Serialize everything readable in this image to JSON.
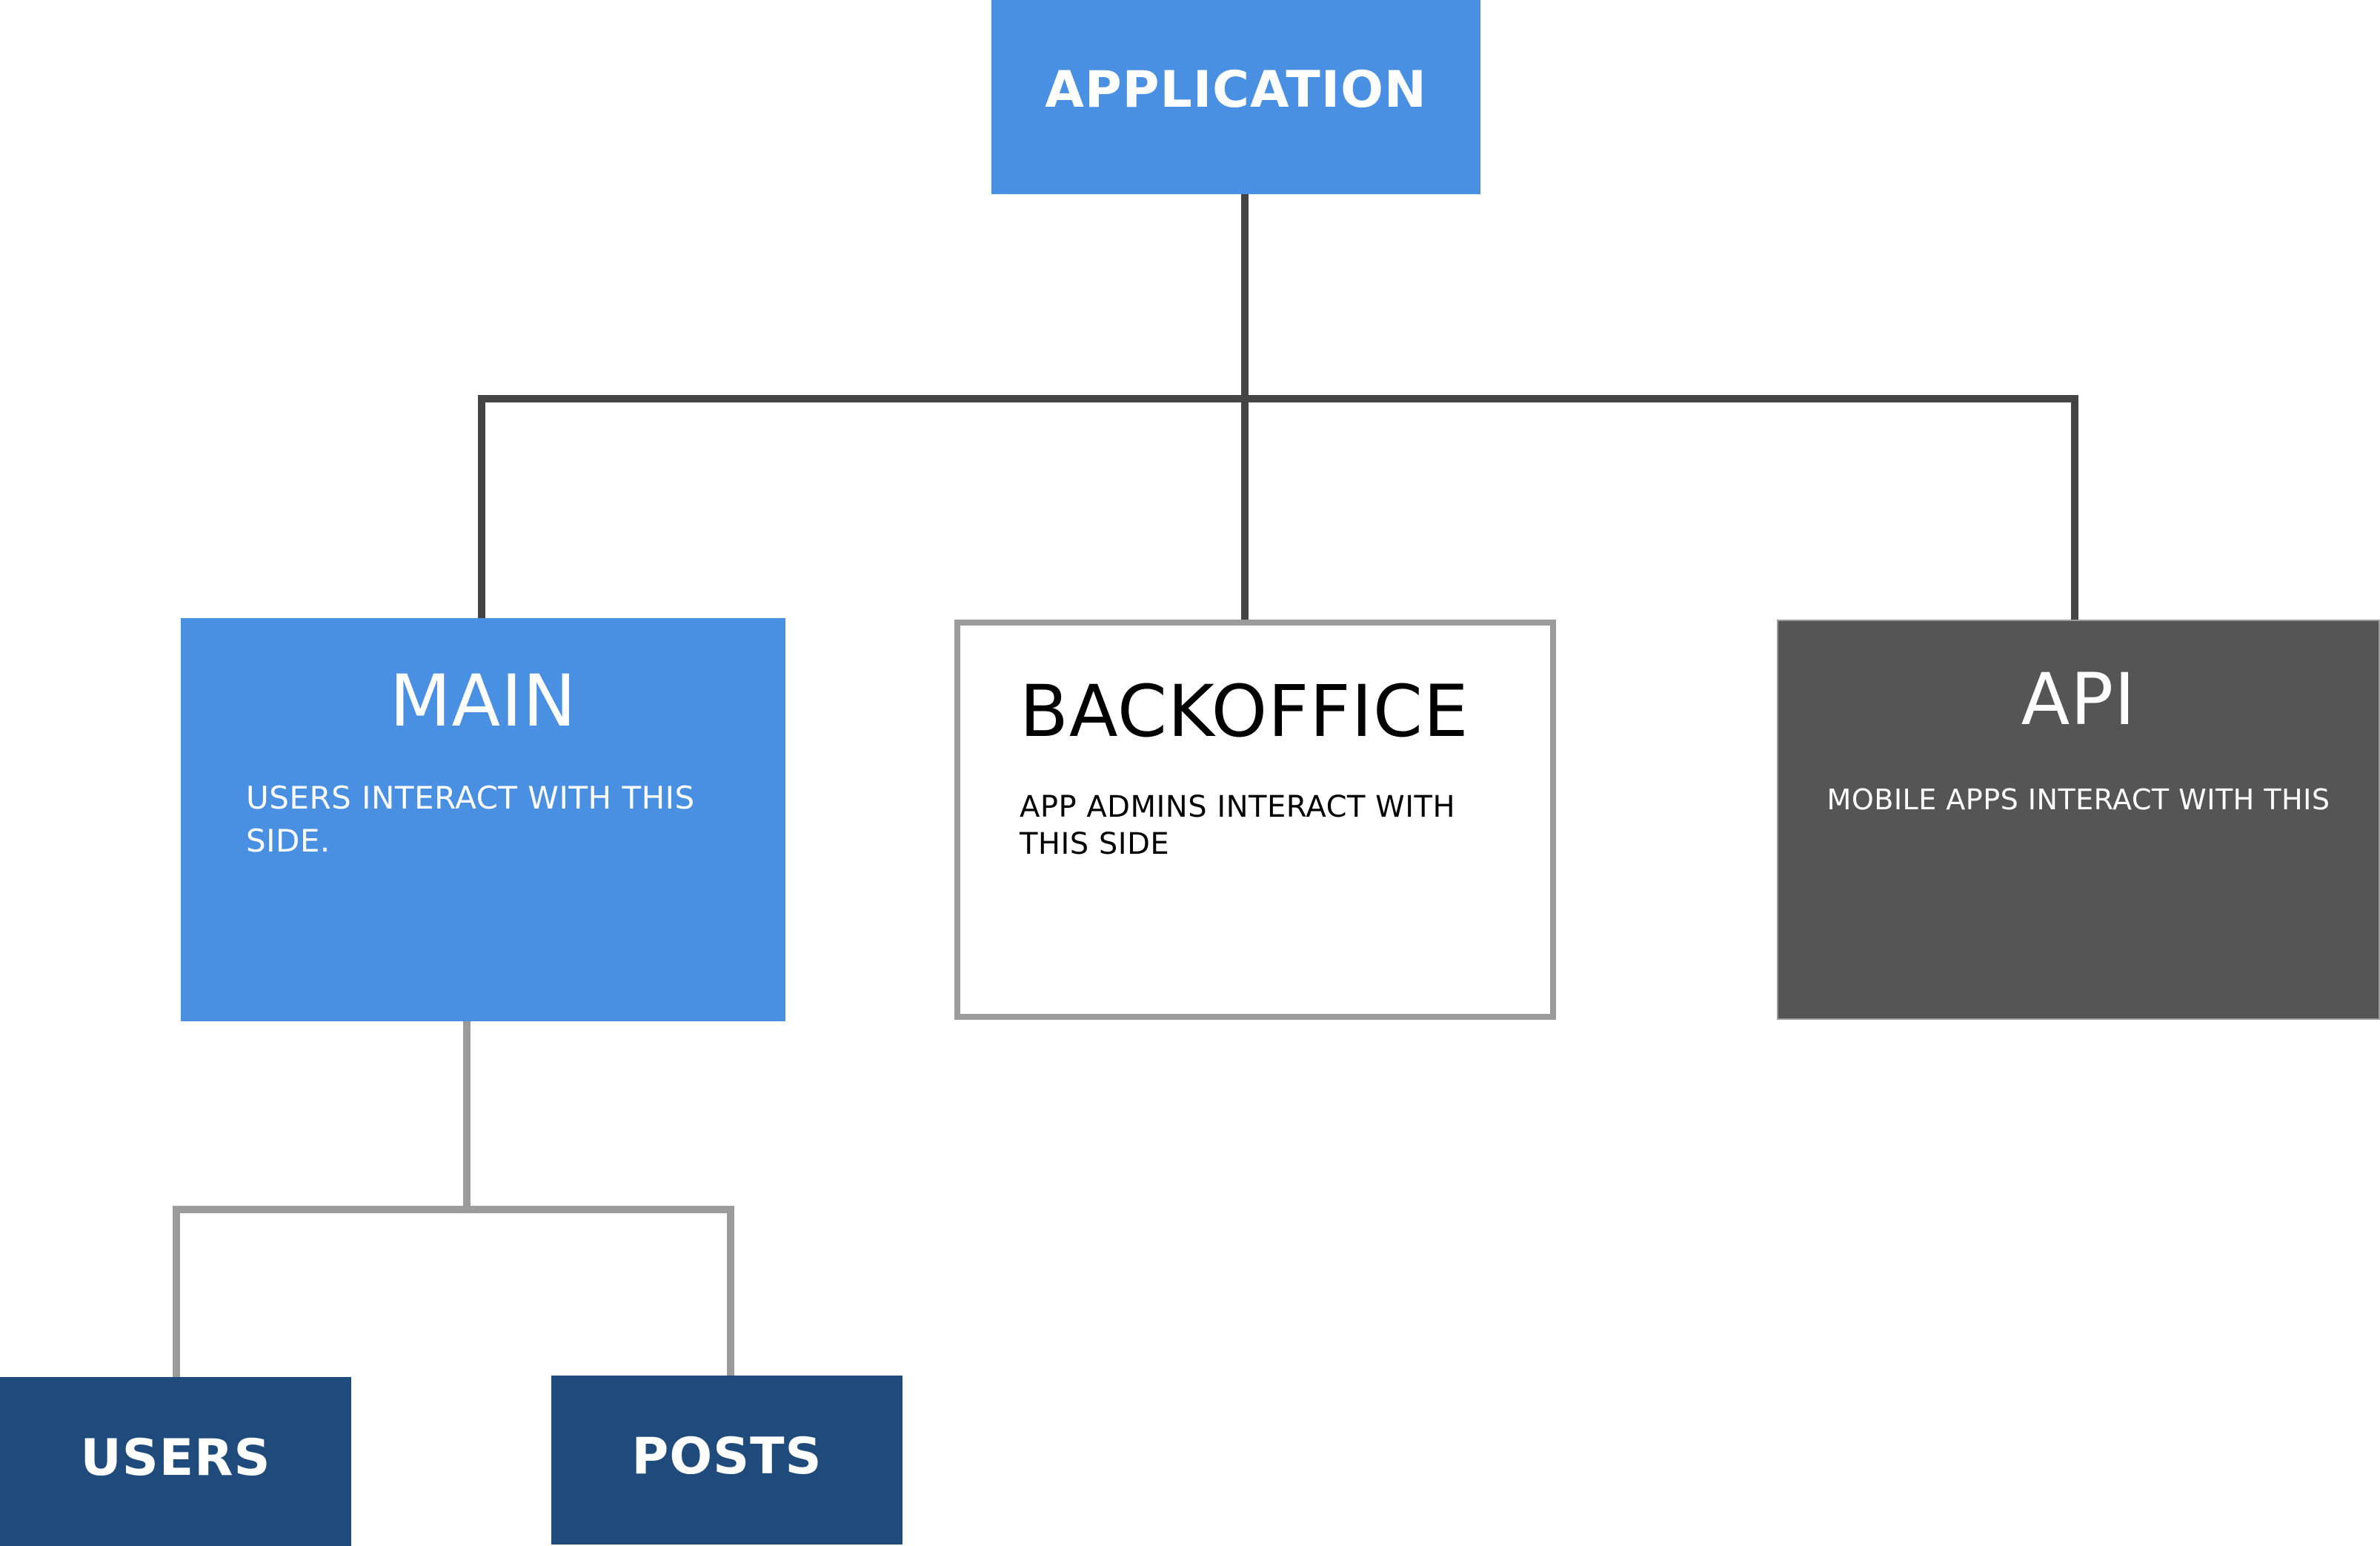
{
  "nodes": {
    "application": {
      "title": "APPLICATION"
    },
    "main": {
      "title": "MAIN",
      "description": "USERS INTERACT WITH THIS SIDE."
    },
    "backoffice": {
      "title": "BACKOFFICE",
      "description": "APP ADMINS INTERACT WITH THIS SIDE"
    },
    "api": {
      "title": "API",
      "description": "MOBILE APPS INTERACT WITH THIS"
    },
    "users": {
      "title": "USERS"
    },
    "posts": {
      "title": "POSTS"
    }
  },
  "edges": [
    {
      "from": "application",
      "to": "main"
    },
    {
      "from": "application",
      "to": "backoffice"
    },
    {
      "from": "application",
      "to": "api"
    },
    {
      "from": "main",
      "to": "users"
    },
    {
      "from": "main",
      "to": "posts"
    }
  ],
  "colors": {
    "primary_blue": "#4a90e2",
    "dark_blue": "#1f4a7c",
    "dark_gray": "#555555",
    "border_gray": "#9b9b9b",
    "connector_dark": "#444444",
    "connector_light": "#9b9b9b"
  }
}
